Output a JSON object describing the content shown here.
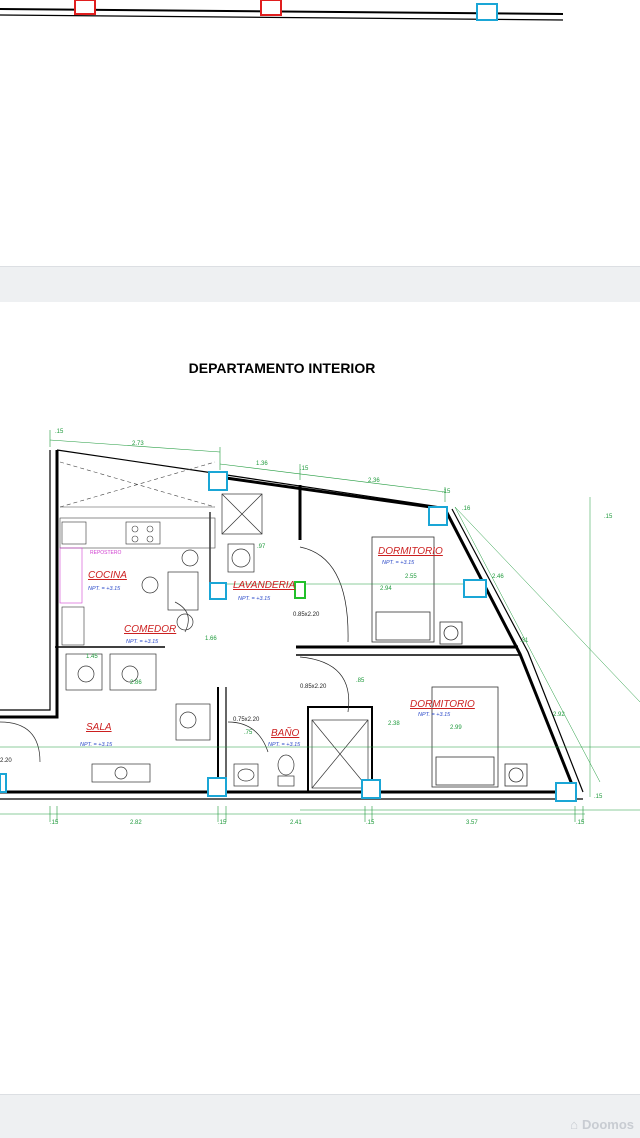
{
  "title": "DEPARTAMENTO INTERIOR",
  "rooms": {
    "cocina": "COCINA",
    "comedor": "COMEDOR",
    "sala": "SALA",
    "lavanderia": "LAVANDERIA",
    "bano": "BAÑO",
    "dormitorio1": "DORMITORIO",
    "dormitorio2": "DORMITORIO",
    "repostero": "REPOSTERO"
  },
  "levels": {
    "cocina": "NPT. = +3.15",
    "lavanderia": "NPT. = +3.15",
    "comedor": "NPT. = +3.15",
    "sala": "NPT. = +3.15",
    "bano": "NPT. = +3.15",
    "dormitorio1": "NPT. = +3.15",
    "dormitorio2": "NPT. = +3.15"
  },
  "doors": {
    "d1": "0.85x2.20",
    "d2": "0.85x2.20",
    "d3": "0.75x2.20",
    "d4": "2.20"
  },
  "dimensions": {
    "top_a": ".15",
    "top_b": "2.73",
    "top_c": "1.36",
    "top_d": ".15",
    "top_e": "2.36",
    "top_f": ".15",
    "top_g": ".16",
    "bottom_a": ".15",
    "bottom_b": "2.82",
    "bottom_c": ".15",
    "bottom_d": "2.41",
    "bottom_e": ".15",
    "bottom_f": "3.57",
    "bottom_g": ".15",
    "right_a": ".15",
    "right_b": "2.46",
    "right_c": ".31",
    "right_d": "2.92",
    "right_e": ".15",
    "int_a": ".97",
    "int_b": "1.66",
    "int_c": "2.55",
    "int_d": "2.94",
    "int_e": "2.38",
    "int_f": "2.99",
    "int_g": ".85",
    "int_h": ".75",
    "int_i": "1.45",
    "int_j": "2.86"
  },
  "watermark": "Doomos",
  "colors": {
    "wall": "#000000",
    "dimension": "#1f9a3c",
    "room_label": "#cc1f1f",
    "level_label": "#2a48c8",
    "column_blue": "#1aa6d6",
    "column_red": "#e01e1e",
    "column_green": "#22c02a"
  }
}
